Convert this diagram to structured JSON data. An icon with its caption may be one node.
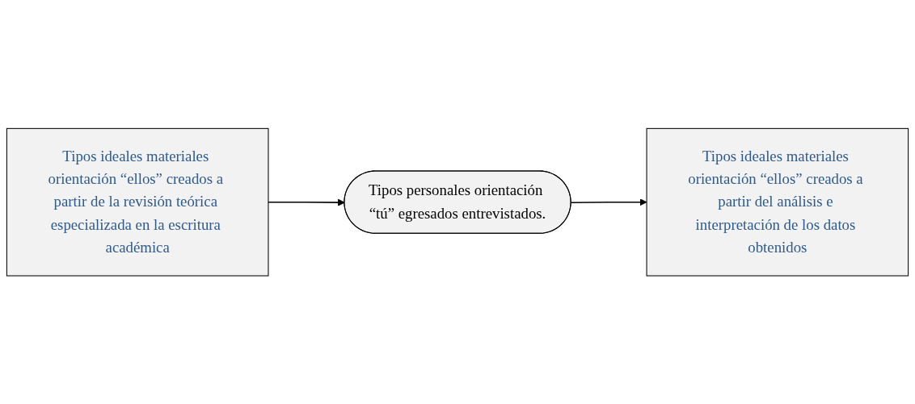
{
  "diagram": {
    "nodes": [
      {
        "text": [
          "Tipos ideales materiales orientación “ellos” creados a partir de la revisión teórica especializada en la escritura académica"
        ]
      },
      {
        "text": [
          "Tipos personales orientación “tú” egresados entrevistados."
        ]
      },
      {
        "text": [
          "Tipos ideales materiales orientación “ellos” creados a partir del análisis e interpretación de los datos obtenidos"
        ]
      }
    ],
    "edges": [
      {
        "from": 0,
        "to": 1,
        "arrow": "to"
      },
      {
        "from": 1,
        "to": 2,
        "arrow": "to"
      }
    ]
  }
}
